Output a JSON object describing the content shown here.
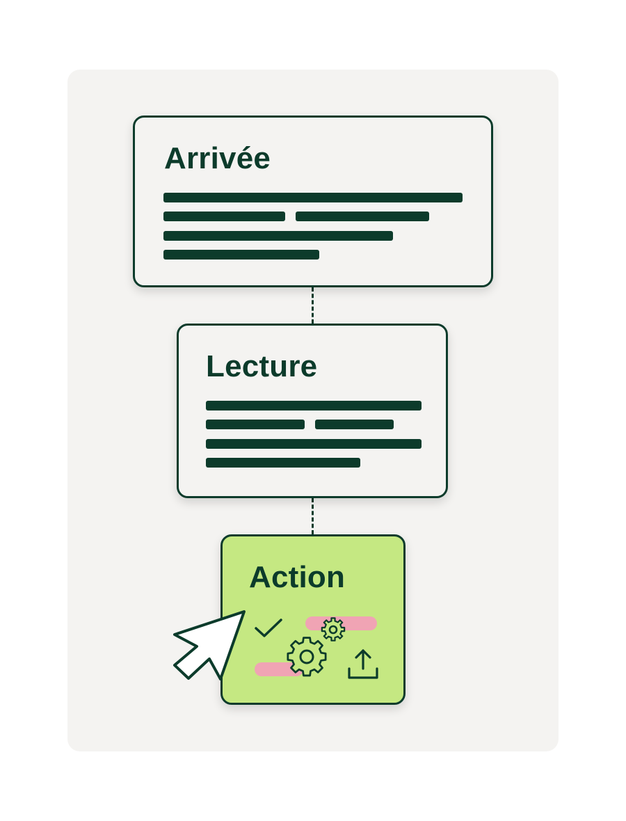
{
  "colors": {
    "ink": "#0c3b2b",
    "panel": "#f4f3f1",
    "action_fill": "#c5e882",
    "highlight_pink": "#f0a4b4"
  },
  "cards": [
    {
      "title": "Arrivée"
    },
    {
      "title": "Lecture"
    },
    {
      "title": "Action"
    }
  ],
  "icons": {
    "check": "check-icon",
    "gears": "gears-icon",
    "upload": "upload-icon",
    "cursor": "mouse-cursor-icon"
  }
}
